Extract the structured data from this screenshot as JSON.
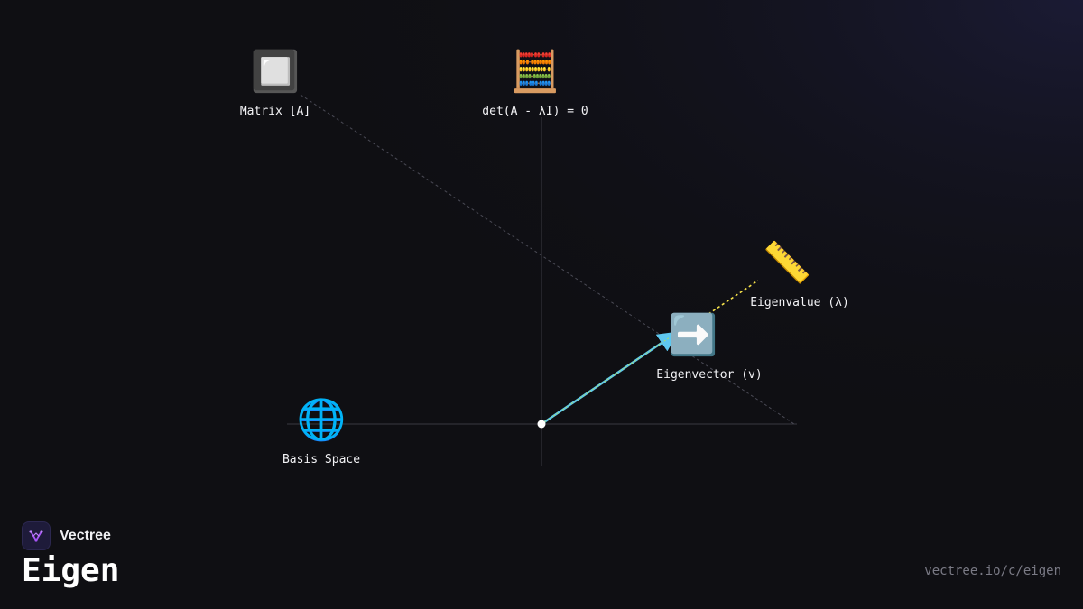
{
  "brand": {
    "name": "Vectree",
    "accent": "#a855f7"
  },
  "page": {
    "title": "Eigen",
    "url": "vectree.io/c/eigen"
  },
  "colors": {
    "background": "#0f0f13",
    "vector": "#5ec8f0",
    "vector_dash": "#a8e06a",
    "scaled_dash": "#f5e14a",
    "axis": "#3a3a42",
    "guide": "#4a4a55"
  },
  "nodes": [
    {
      "id": "matrix",
      "emoji": "🔲",
      "icon": "matrix-square-icon",
      "label": "Matrix [A]"
    },
    {
      "id": "det",
      "emoji": "🧮",
      "icon": "abacus-icon",
      "label": "det(A - λI) = 0"
    },
    {
      "id": "eigenvalue",
      "emoji": "📏",
      "icon": "ruler-icon",
      "label": "Eigenvalue (λ)"
    },
    {
      "id": "eigenvector",
      "emoji": "➡️",
      "icon": "right-arrow-icon",
      "label": "Eigenvector (v)"
    },
    {
      "id": "basis",
      "emoji": "🌐",
      "icon": "globe-icon",
      "label": "Basis Space"
    }
  ]
}
